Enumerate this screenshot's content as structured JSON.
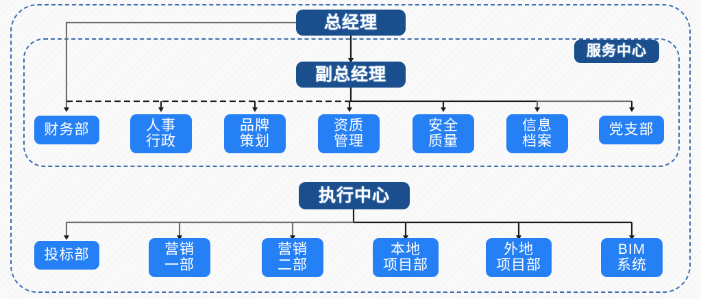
{
  "diagram": {
    "title_nodes": {
      "gm": {
        "lines": [
          "总经理"
        ]
      },
      "dgm": {
        "lines": [
          "副总经理"
        ]
      },
      "service_center": {
        "lines": [
          "服务中心"
        ]
      },
      "execution_center": {
        "lines": [
          "执行中心"
        ]
      }
    },
    "service_departments": [
      {
        "lines": [
          "财务部"
        ]
      },
      {
        "lines": [
          "人事",
          "行政"
        ]
      },
      {
        "lines": [
          "品牌",
          "策划"
        ]
      },
      {
        "lines": [
          "资质",
          "管理"
        ]
      },
      {
        "lines": [
          "安全",
          "质量"
        ]
      },
      {
        "lines": [
          "信息",
          "档案"
        ]
      },
      {
        "lines": [
          "党支部"
        ]
      }
    ],
    "execution_departments": [
      {
        "lines": [
          "投标部"
        ]
      },
      {
        "lines": [
          "营销",
          "一部"
        ]
      },
      {
        "lines": [
          "营销",
          "二部"
        ]
      },
      {
        "lines": [
          "本地",
          "项目部"
        ]
      },
      {
        "lines": [
          "外地",
          "项目部"
        ]
      },
      {
        "lines": [
          "BIM",
          "系统"
        ]
      }
    ],
    "colors": {
      "primary_box": "#1a4e8d",
      "department_box": "#2680f5",
      "zone_border": "#3b6bb0",
      "connector_dark": "#1c1c1c",
      "connector_gray": "#6e6e6e",
      "background": "#fafafa"
    }
  }
}
